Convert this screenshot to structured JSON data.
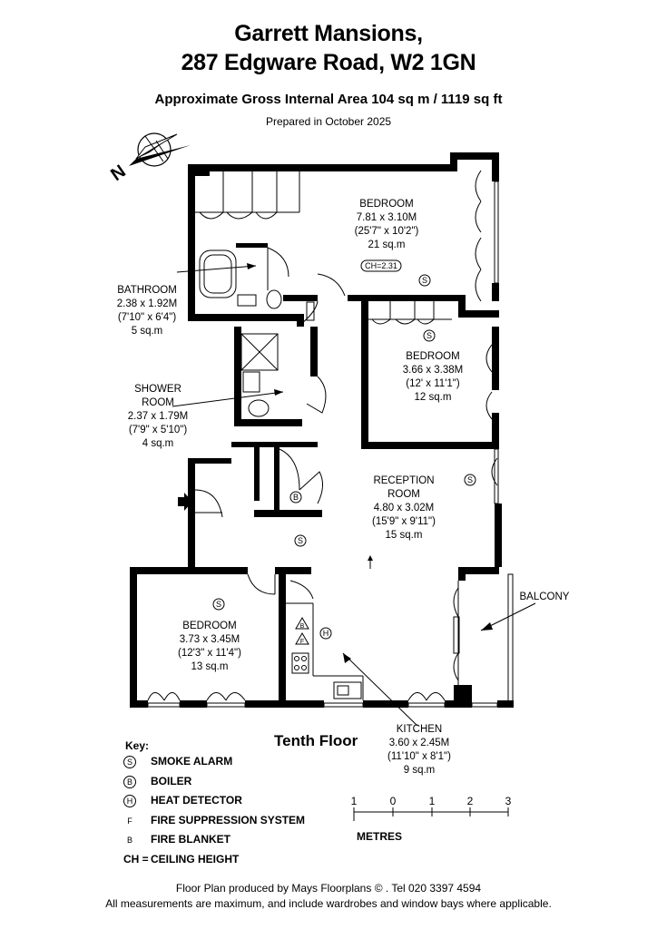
{
  "header": {
    "name": "Garrett Mansions,",
    "address": "287 Edgware Road, W2 1GN",
    "area": "Approximate Gross Internal Area  104 sq m  /  1119 sq ft",
    "prepared": "Prepared in October 2025"
  },
  "compass": {
    "letter": "N"
  },
  "rooms": {
    "bedroom1": {
      "name": "BEDROOM",
      "metric": "7.81 x 3.10M",
      "imperial": "(25'7\" x 10'2\")",
      "area": "21 sq.m",
      "ceiling": "CH=2.31"
    },
    "bedroom2": {
      "name": "BEDROOM",
      "metric": "3.66 x 3.38M",
      "imperial": "(12' x 11'1\")",
      "area": "12 sq.m"
    },
    "bathroom": {
      "name": "BATHROOM",
      "metric": "2.38 x 1.92M",
      "imperial": "(7'10\" x 6'4\")",
      "area": "5 sq.m"
    },
    "shower": {
      "name": "SHOWER",
      "name2": "ROOM",
      "metric": "2.37 x 1.79M",
      "imperial": "(7'9\" x 5'10\")",
      "area": "4 sq.m"
    },
    "reception": {
      "name": "RECEPTION",
      "name2": "ROOM",
      "metric": "4.80 x 3.02M",
      "imperial": "(15'9\" x 9'11\")",
      "area": "15 sq.m"
    },
    "bedroom3": {
      "name": "BEDROOM",
      "metric": "3.73 x 3.45M",
      "imperial": "(12'3\" x 11'4\")",
      "area": "13 sq.m"
    },
    "balcony": {
      "name": "BALCONY"
    },
    "kitchen": {
      "name": "KITCHEN",
      "metric": "3.60 x 2.45M",
      "imperial": "(11'10\" x 8'1\")",
      "area": "9 sq.m"
    }
  },
  "symbols": {
    "smoke": "S",
    "boiler": "B",
    "heat": "H",
    "fire_supp": "F",
    "fire_blanket": "B"
  },
  "floor_label": "Tenth Floor",
  "key": {
    "title": "Key:",
    "items": [
      {
        "symbol": "S",
        "label": "SMOKE ALARM"
      },
      {
        "symbol": "B",
        "label": "BOILER"
      },
      {
        "symbol": "H",
        "label": "HEAT DETECTOR"
      },
      {
        "symbol": "F",
        "label": "FIRE SUPPRESSION SYSTEM"
      },
      {
        "symbol": "B",
        "label": "FIRE BLANKET"
      },
      {
        "symbol": "CH =",
        "label": "CEILING HEIGHT"
      }
    ]
  },
  "scale": {
    "ticks": [
      "1",
      "0",
      "1",
      "2",
      "3"
    ],
    "unit": "METRES"
  },
  "footer": {
    "line1": "Floor Plan produced by Mays Floorplans © . Tel 020 3397 4594",
    "line2": "All measurements are maximum, and include wardrobes and window bays where applicable."
  }
}
